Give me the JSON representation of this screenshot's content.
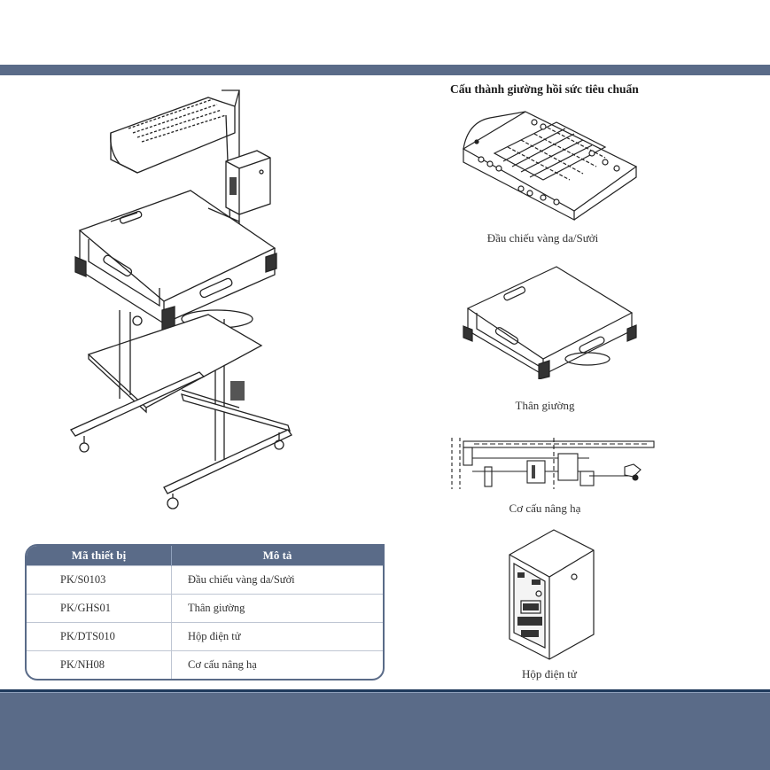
{
  "header": {
    "band_color": "#5a6b88"
  },
  "parts_section": {
    "title": "Cấu thành giường hồi sức tiêu chuẩn",
    "parts": [
      {
        "caption": "Đầu chiếu vàng da/Sưởi"
      },
      {
        "caption": "Thân giường"
      },
      {
        "caption": "Cơ cấu nâng hạ"
      },
      {
        "caption": "Hộp điện tử"
      }
    ]
  },
  "spec_table": {
    "headers": {
      "code": "Mã thiết bị",
      "description": "Mô tả"
    },
    "rows": [
      {
        "code": "PK/S0103",
        "description": "Đầu chiếu vàng da/Sưởi"
      },
      {
        "code": "PK/GHS01",
        "description": "Thân giường"
      },
      {
        "code": "PK/DTS010",
        "description": "Hộp điện tử"
      },
      {
        "code": "PK/NH08",
        "description": "Cơ cấu nâng hạ"
      }
    ]
  },
  "footer": {
    "band_color": "#5a6b88"
  }
}
